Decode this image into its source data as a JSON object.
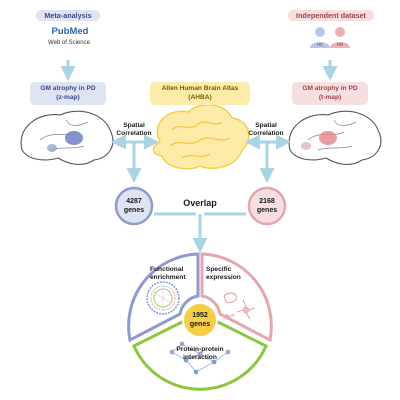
{
  "colors": {
    "blue": "#8f9bcf",
    "blue_fill": "#dfe4f3",
    "pink": "#e4a7ab",
    "pink_fill": "#f6dfe0",
    "yellow": "#f6cf45",
    "yellow_fill": "#fdeba9",
    "arrow": "#a9d4e2",
    "green": "#8dc63f"
  },
  "left": {
    "badge": "Meta-analysis",
    "source_pubmed": "PubMed",
    "source_wos": "Web of Science",
    "map_box_line1": "GM atrophy in PD",
    "map_box_line2": "(z-map)"
  },
  "right": {
    "badge": "Independent dataset",
    "hc_label": "HC",
    "pd_label": "PD",
    "map_box_line1": "GM atrophy in PD",
    "map_box_line2": "(t-map)"
  },
  "center": {
    "atlas_line1": "Allen Human Brain Altas",
    "atlas_line2": "(AHBA)"
  },
  "correlation": {
    "left_line1": "Spatial",
    "left_line2": "Correlation",
    "right_line1": "Spatial",
    "right_line2": "Correlation"
  },
  "genes": {
    "left_count": "4287",
    "right_count": "2168",
    "unit": "genes",
    "overlap_label": "Overlap",
    "core_count": "1952"
  },
  "analyses": {
    "functional_line1": "Functional",
    "functional_line2": "enrichment",
    "specific_line1": "Specific",
    "specific_line2": "expression",
    "ppi_line1": "Protein-protein",
    "ppi_line2": "interaction"
  },
  "icons": [
    "brain-outline-icon",
    "person-icon",
    "neuron-icon",
    "network-graph-icon",
    "circos-plot-icon"
  ]
}
